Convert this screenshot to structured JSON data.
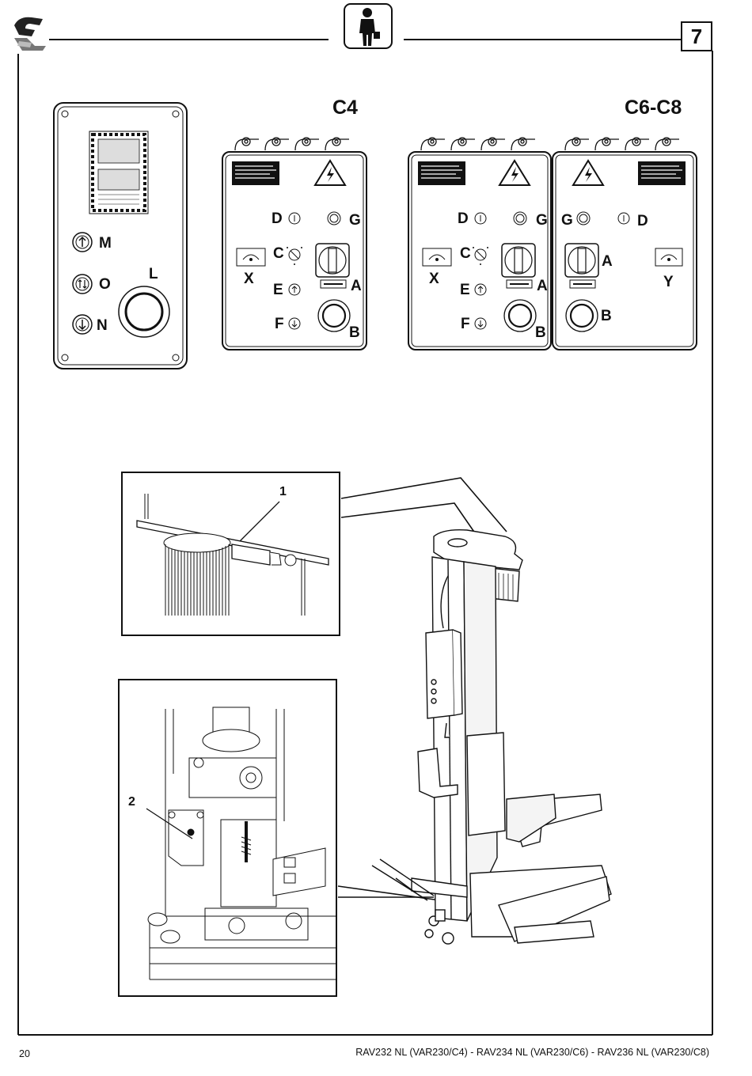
{
  "header": {
    "page_section": "7",
    "logo_icon": "brand-logo-icon",
    "operator_icon": "operator-person-icon"
  },
  "panels": {
    "remote": {
      "labels": {
        "m": "M",
        "o": "O",
        "n": "N",
        "l": "L"
      }
    },
    "c4": {
      "title": "C4",
      "labels": {
        "d": "D",
        "g": "G",
        "c": "C",
        "x": "X",
        "a": "A",
        "e": "E",
        "f": "F",
        "b": "B"
      }
    },
    "c6c8": {
      "title": "C6-C8",
      "left_labels": {
        "d": "D",
        "g": "G",
        "c": "C",
        "x": "X",
        "a": "A",
        "e": "E",
        "f": "F",
        "b": "B"
      },
      "right_labels": {
        "g": "G",
        "d": "D",
        "a": "A",
        "y": "Y",
        "b": "B"
      }
    }
  },
  "callouts": {
    "one": "1",
    "two": "2"
  },
  "footer": {
    "page_number": "20",
    "model_text": "RAV232 NL (VAR230/C4) - RAV234 NL (VAR230/C6) - RAV236 NL (VAR230/C8)"
  }
}
